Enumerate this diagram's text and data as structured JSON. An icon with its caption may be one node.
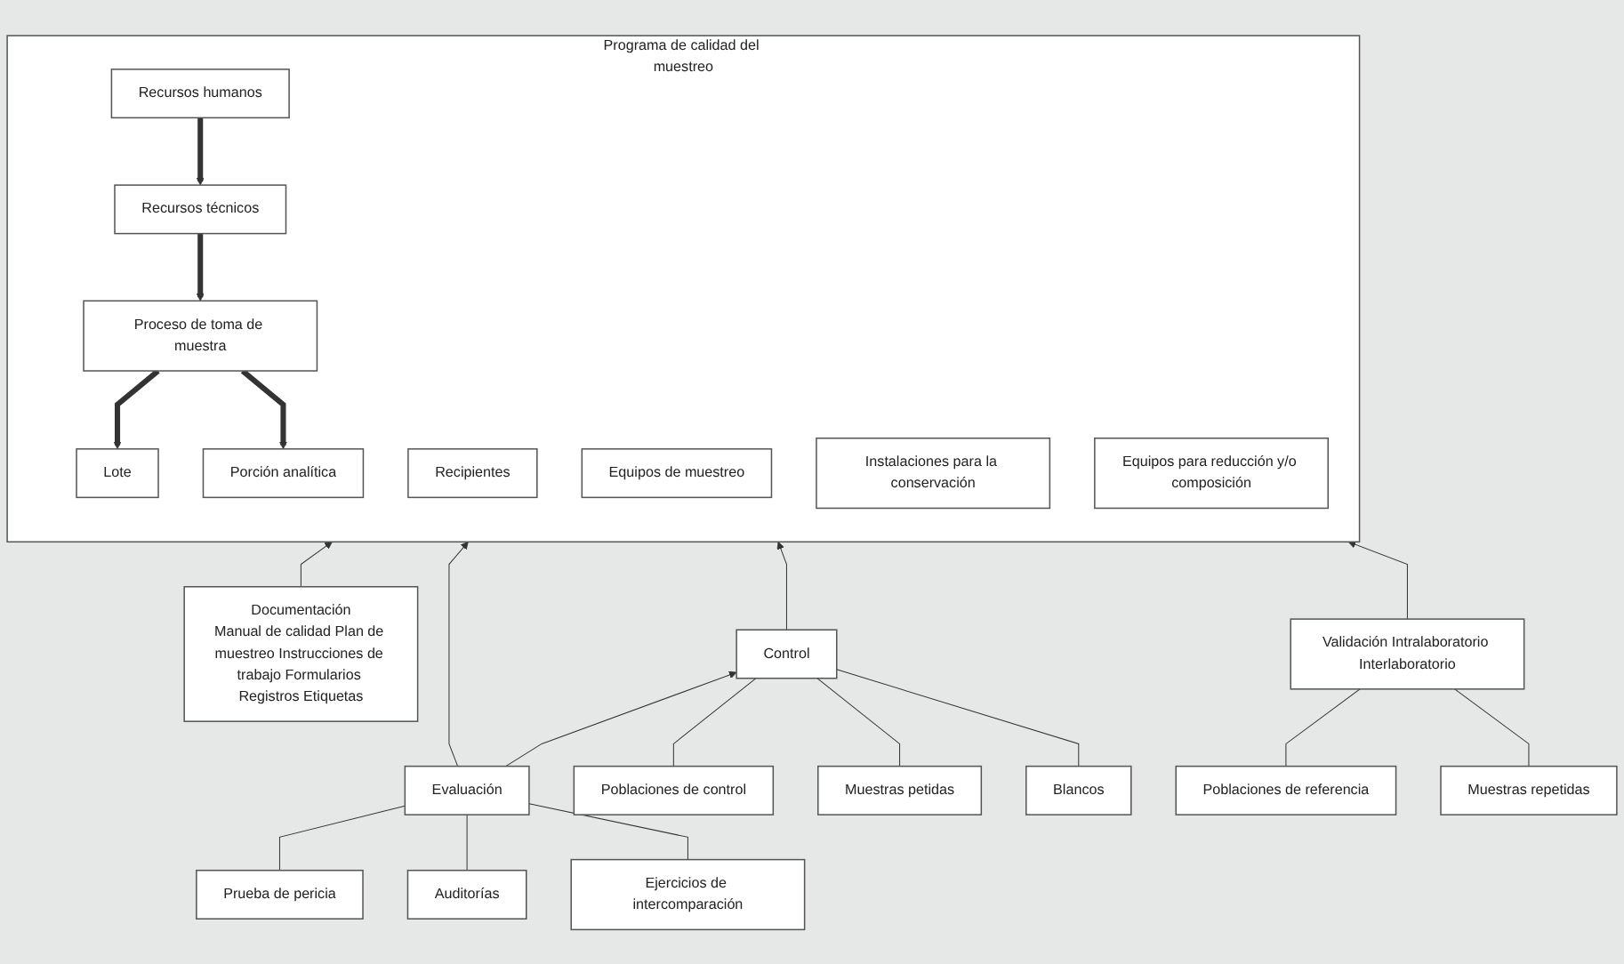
{
  "diagram": {
    "nodes": [
      {
        "text": [
          "Programa de calidad del muestreo"
        ]
      },
      {
        "text": [
          "Recursos humanos"
        ],
        "in": 0
      },
      {
        "text": [
          "Recipientes"
        ],
        "in": 0
      },
      {
        "text": [
          "Equipos de muestreo"
        ],
        "in": 0
      },
      {
        "text": [
          "Recursos técnicos"
        ],
        "in": 0
      },
      {
        "text": [
          "Instalaciones para la conservación"
        ],
        "in": 0
      },
      {
        "text": [
          "Equipos para reducción y/o composición"
        ],
        "in": 0
      },
      {
        "text": [
          "Lote"
        ],
        "in": 0
      },
      {
        "text": [
          "Proceso de toma de muestra"
        ],
        "in": 0
      },
      {
        "text": [
          "Porción analítica"
        ],
        "in": 0
      },
      {
        "text": [
          "Documentación",
          "Manual de calidad Plan de muestreo Instrucciones de trabajo Formularios Registros Etiquetas"
        ]
      },
      {
        "text": [
          "Validación Intralaboratorio Interlaboratorio"
        ]
      },
      {
        "text": [
          "Control"
        ]
      },
      {
        "text": [
          "Evaluación"
        ]
      },
      {
        "text": [
          "Poblaciones de control"
        ]
      },
      {
        "text": [
          "Muestras petidas"
        ]
      },
      {
        "text": [
          "Blancos"
        ]
      },
      {
        "text": [
          "Ejercicios de intercomparación"
        ]
      },
      {
        "text": [
          "Prueba de pericia"
        ]
      },
      {
        "text": [
          "Auditorías"
        ]
      },
      {
        "text": [
          "Poblaciones de referencia"
        ]
      },
      {
        "text": [
          "Muestras repetidas"
        ]
      }
    ],
    "edges": [
      {
        "from": 1,
        "to": 4,
        "arrow": "to",
        "style": "thick"
      },
      {
        "from": 4,
        "to": 8,
        "arrow": "to",
        "style": "thick"
      },
      {
        "from": 8,
        "to": 7,
        "arrow": "to",
        "style": "thick"
      },
      {
        "from": 8,
        "to": 9,
        "arrow": "to",
        "style": "thick"
      },
      {
        "from": 10,
        "to": 0,
        "arrow": "to"
      },
      {
        "from": 11,
        "to": 0,
        "arrow": "to"
      },
      {
        "from": 12,
        "to": 0,
        "arrow": "to"
      },
      {
        "from": 13,
        "to": 0,
        "arrow": "to"
      },
      {
        "from": 13,
        "to": 12,
        "arrow": "to"
      },
      {
        "from": 11,
        "to": 20,
        "arrow": "none"
      },
      {
        "from": 11,
        "to": 21,
        "arrow": "none"
      },
      {
        "from": 12,
        "to": 14,
        "arrow": "none"
      },
      {
        "from": 12,
        "to": 16,
        "arrow": "none"
      },
      {
        "from": 12,
        "to": 15,
        "arrow": "none"
      },
      {
        "from": 13,
        "to": 17,
        "arrow": "none"
      },
      {
        "from": 13,
        "to": 19,
        "arrow": "none"
      },
      {
        "from": 13,
        "to": 18,
        "arrow": "none"
      }
    ]
  }
}
